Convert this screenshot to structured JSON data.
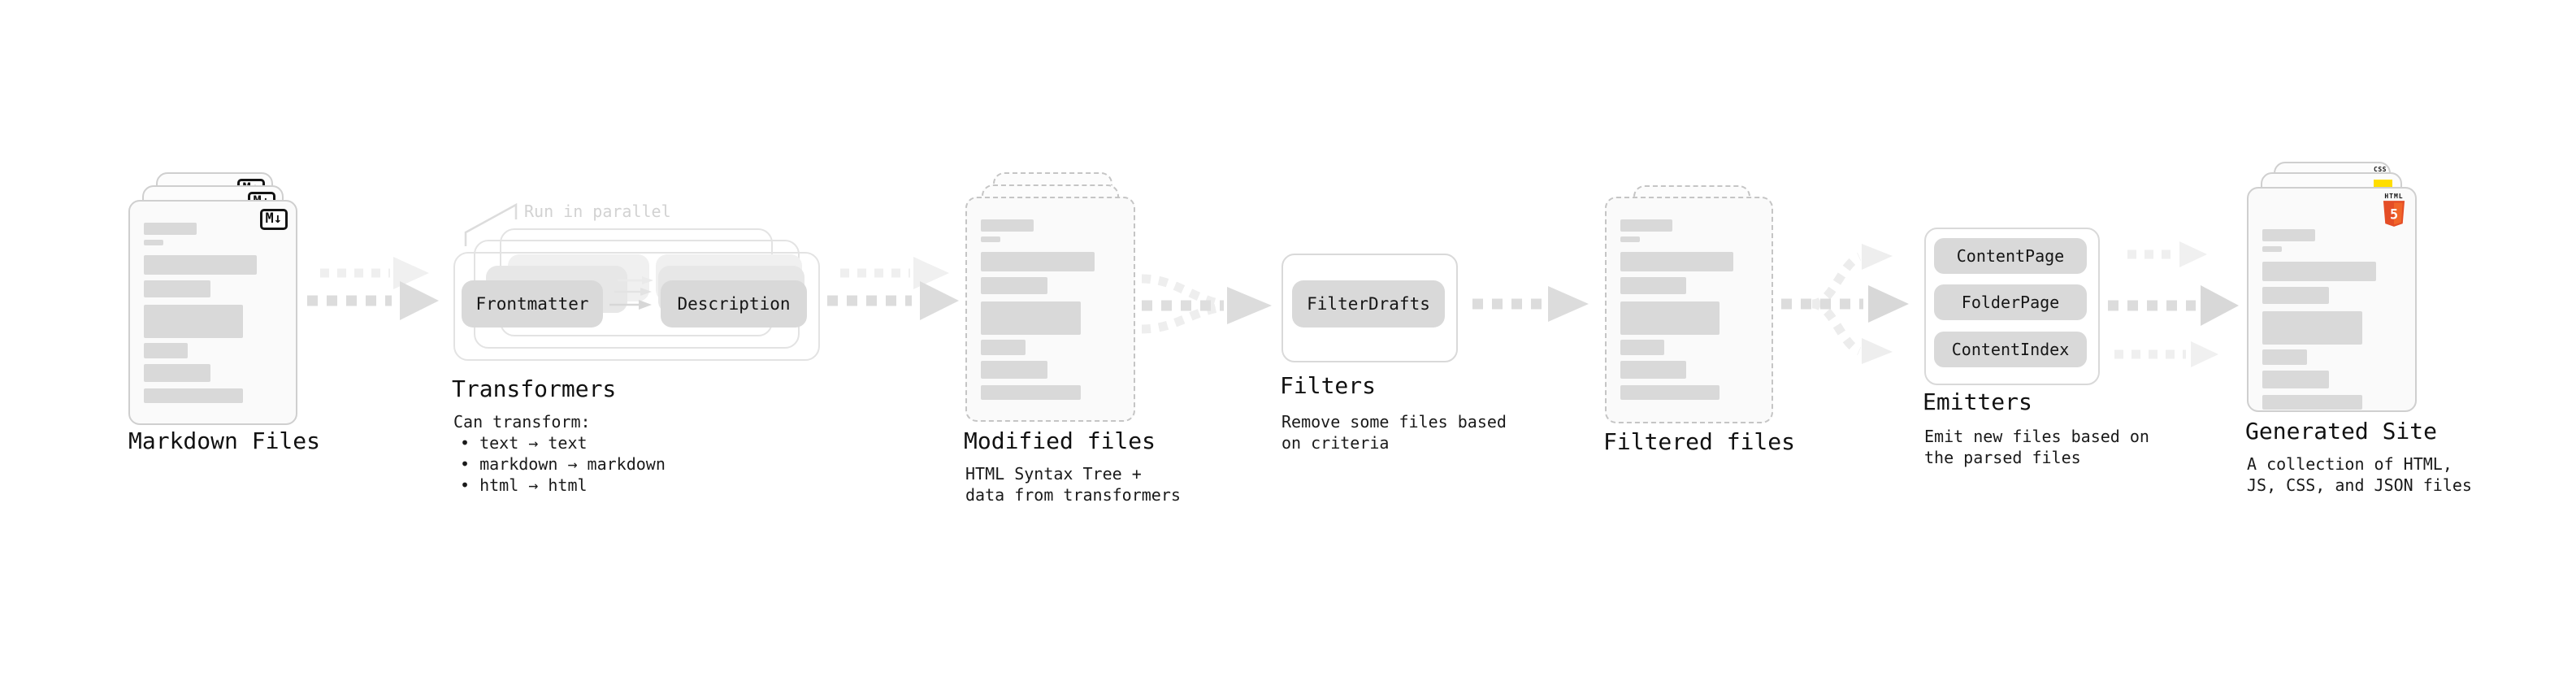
{
  "colors": {
    "bar_gray": "#d9d9d9",
    "pill_gray": "#d9d9d9",
    "card_border": "#cfcfcf",
    "dashed_border": "#c5c5c5",
    "arrow_gray": "#dcdcdc",
    "arrow_light": "#efefef",
    "annotation_gray": "#d2d2d2",
    "text_black": "#1a1a1a",
    "js_yellow": "#ffde00",
    "css_blue": "#2965f1",
    "html_orange_dark": "#e44d26",
    "html_orange_light": "#f16529"
  },
  "doc_bars": [
    {
      "w": 38,
      "h": 15,
      "mt": 0
    },
    {
      "w": 14,
      "h": 7,
      "mt": 6
    },
    {
      "w": 82,
      "h": 24,
      "mt": 12
    },
    {
      "w": 48,
      "h": 21,
      "mt": 7
    },
    {
      "w": 72,
      "h": 41,
      "mt": 9
    },
    {
      "w": 32,
      "h": 19,
      "mt": 6
    },
    {
      "w": 48,
      "h": 22,
      "mt": 7
    },
    {
      "w": 72,
      "h": 18,
      "mt": 8
    }
  ],
  "stages": {
    "markdown_files": {
      "title": "Markdown Files",
      "badge_label": "M↓"
    },
    "transformers": {
      "title": "Transformers",
      "annotation": "Run in parallel",
      "input_pill": "Frontmatter",
      "output_pill": "Description",
      "caption": "Can transform:",
      "bullets": [
        "• text → text",
        "• markdown → markdown",
        "• html → html"
      ]
    },
    "modified_files": {
      "title": "Modified files",
      "caption": "HTML Syntax Tree +\ndata from transformers"
    },
    "filters": {
      "title": "Filters",
      "pill": "FilterDrafts",
      "caption": "Remove some files based\non criteria"
    },
    "filtered_files": {
      "title": "Filtered files"
    },
    "emitters": {
      "title": "Emitters",
      "pills": [
        "ContentPage",
        "FolderPage",
        "ContentIndex"
      ],
      "caption": "Emit new files based on\nthe parsed files"
    },
    "generated_site": {
      "title": "Generated Site",
      "caption": "A collection of HTML,\nJS, CSS, and JSON files",
      "css_badge_label": "CSS",
      "html_badge_label": "HTML",
      "html_badge_number": "5"
    }
  }
}
